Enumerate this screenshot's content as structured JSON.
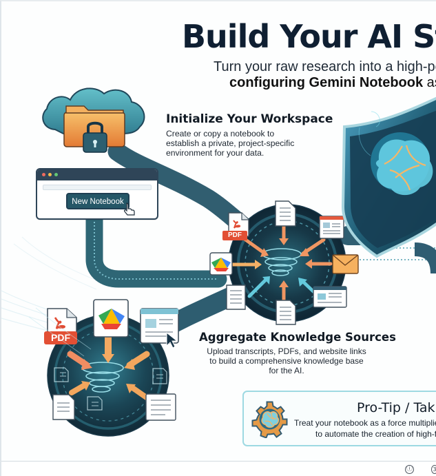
{
  "title": "Build Your AI Stra",
  "subtitle": {
    "line1": "Turn your raw research into a high-per",
    "line2_prefix": "configuring Gemini Notebook",
    "line2_suffix": " as yo"
  },
  "workspace": {
    "title": "Initialize Your Workspace",
    "body_line1": "Create or copy a notebook to",
    "body_line2": "establish a private, project-specific",
    "body_line3": "environment for your data.",
    "button_label": "New Notebook"
  },
  "knowledge": {
    "title": "Aggregate Knowledge Sources",
    "body_line1": "Upload transcripts, PDFs, and website links",
    "body_line2": "to build a comprehensive knowledge base",
    "body_line3": "for the AI."
  },
  "tips": {
    "title": "Pro-Tip / Tak",
    "body_line1": "Treat your notebook as a force multiplie",
    "body_line2": "to automate the creation of high-f"
  },
  "icons": {
    "pdf_label": "PDF",
    "info": "ⓘ",
    "settings": "3"
  },
  "colors": {
    "teal_dark": "#205566",
    "teal_light": "#4aa8b9",
    "navy": "#102233",
    "orange": "#ef9d4d",
    "accent_blue": "#1aa4c8"
  }
}
